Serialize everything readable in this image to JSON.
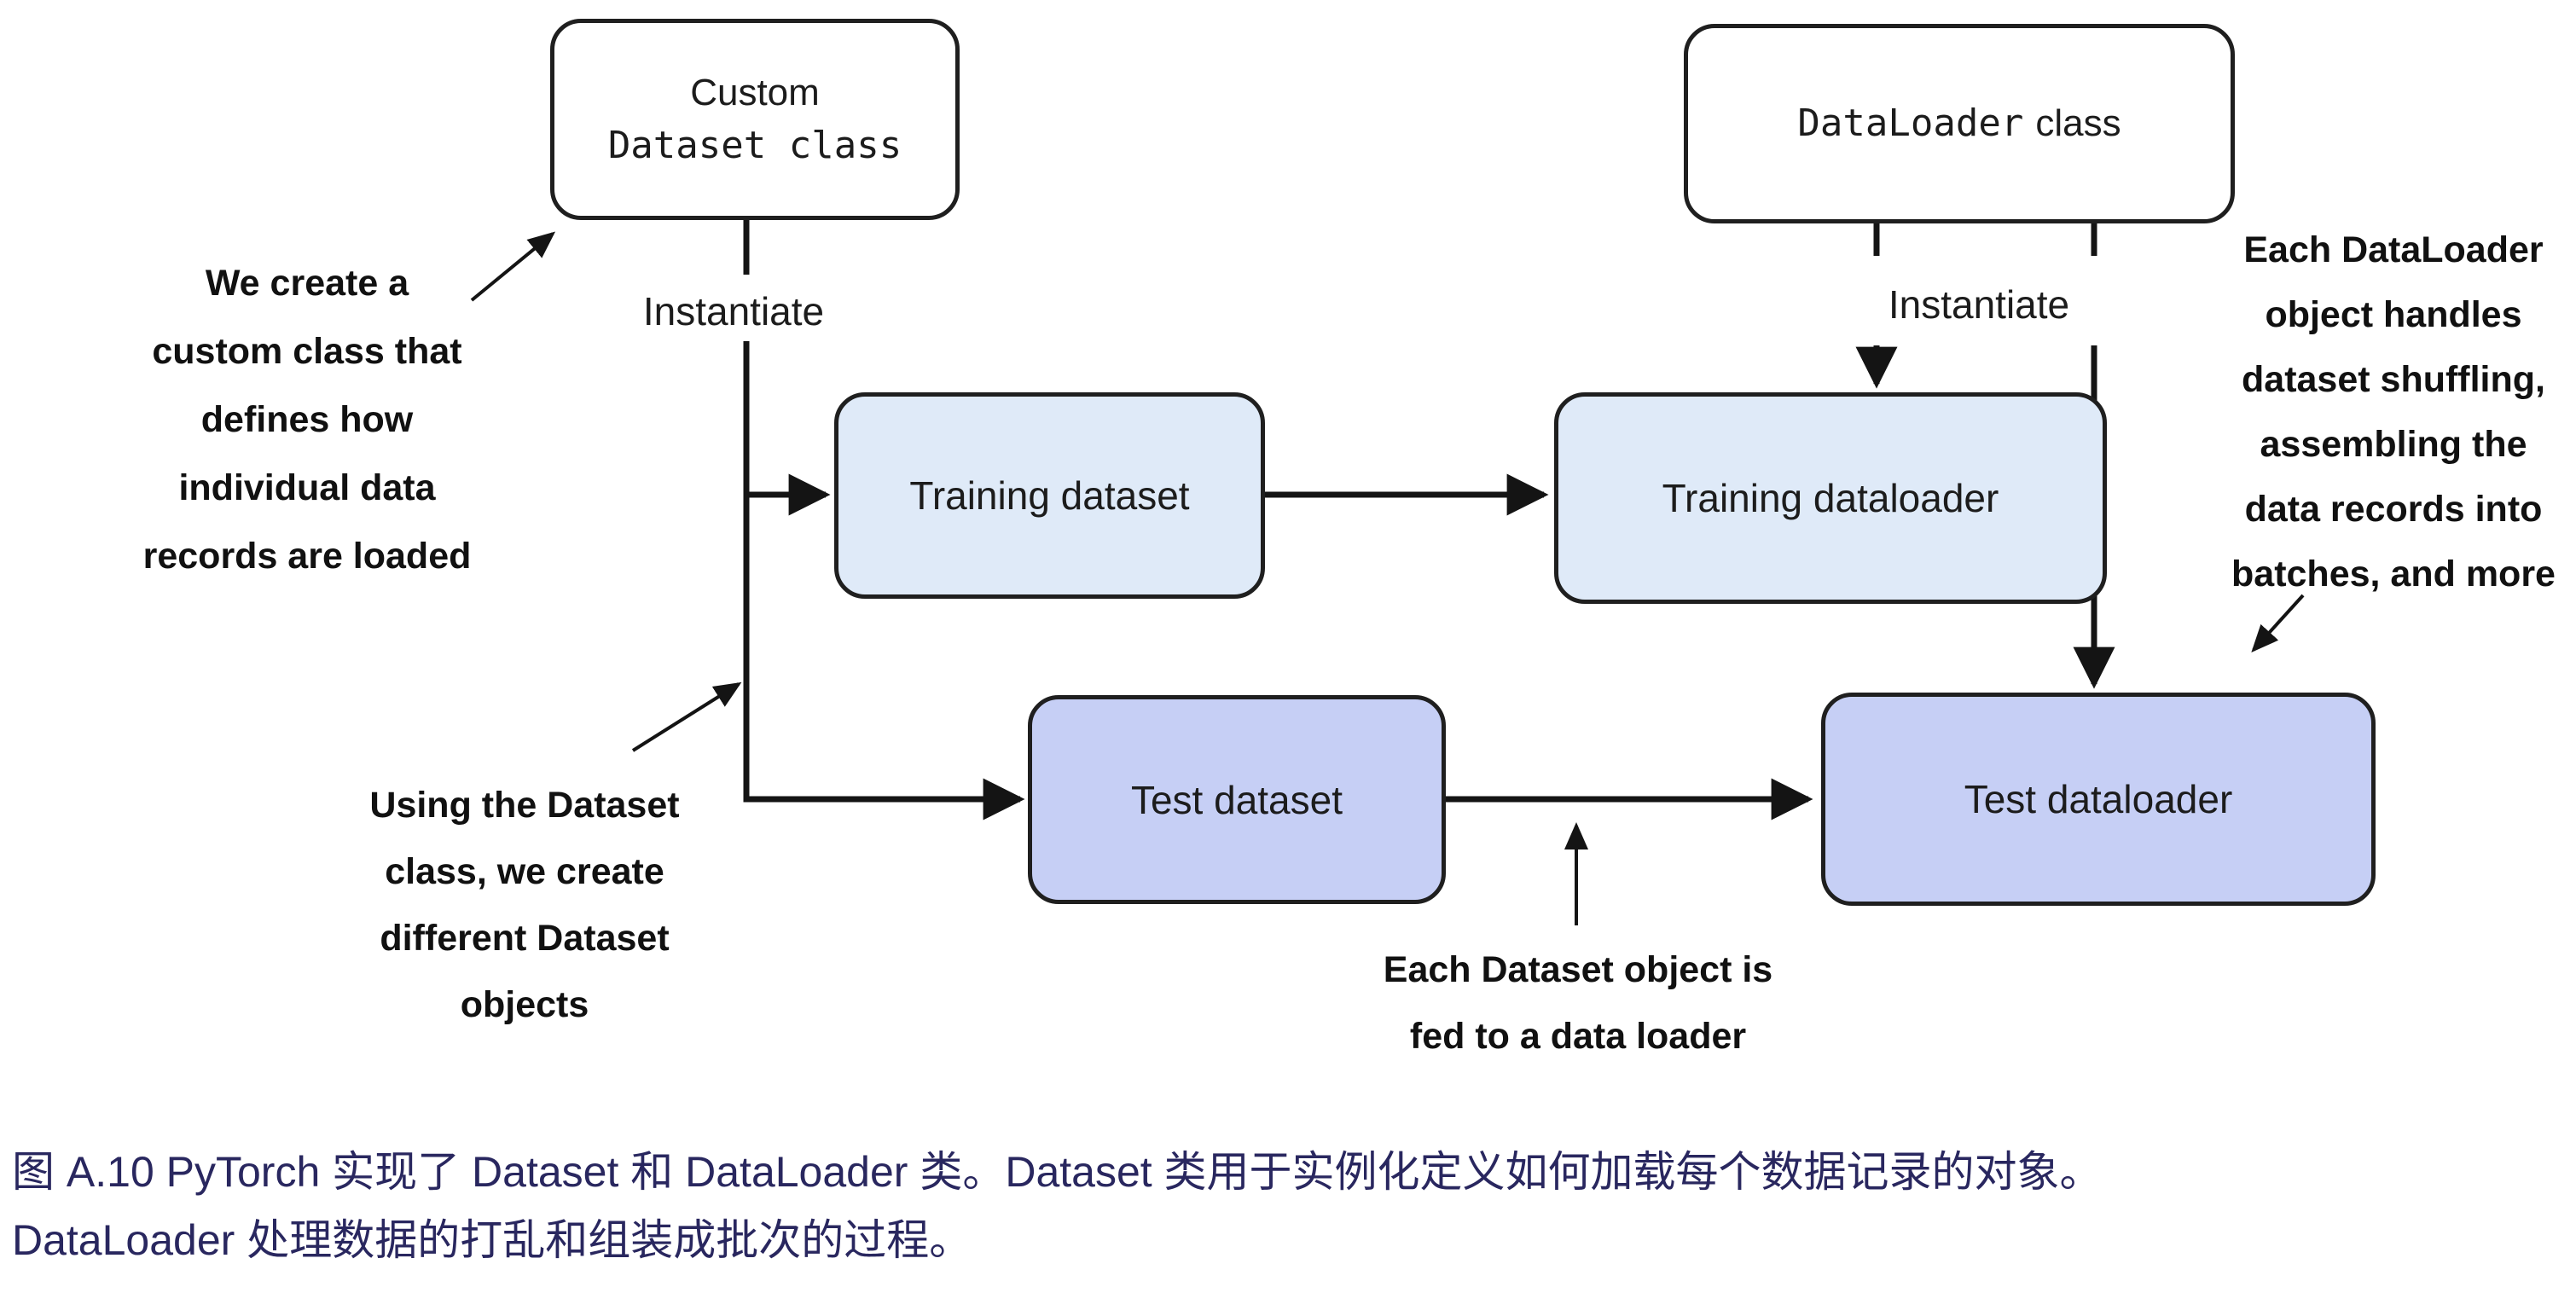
{
  "figure": {
    "boxes": {
      "custom_dataset_class": {
        "title_plain": "Custom",
        "title_code": "Dataset class"
      },
      "dataloader_class": {
        "title_code": "DataLoader",
        "title_plain": "class"
      },
      "training_dataset": {
        "label": "Training dataset"
      },
      "training_dataloader": {
        "label": "Training dataloader"
      },
      "test_dataset": {
        "label": "Test dataset"
      },
      "test_dataloader": {
        "label": "Test dataloader"
      }
    },
    "edge_labels": {
      "instantiate_left": "Instantiate",
      "instantiate_right": "Instantiate"
    },
    "annotations": {
      "create_custom_class": [
        "We create a",
        "custom class that",
        "defines how",
        "individual data",
        "records are loaded"
      ],
      "using_dataset_class": [
        "Using the Dataset",
        "class, we create",
        "different Dataset",
        "objects"
      ],
      "fed_to_dataloader": [
        "Each Dataset object is",
        "fed to a data loader"
      ],
      "dataloader_handles": [
        "Each DataLoader",
        "object handles",
        "dataset shuffling,",
        "assembling the",
        "data records into",
        "batches, and more"
      ]
    },
    "colors": {
      "training_fill": "#dfeaf8",
      "test_fill": "#c6cff5",
      "class_fill": "#ffffff",
      "node_border": "#1f1f1f",
      "wire": "#141414",
      "caption_text": "#29275f"
    }
  },
  "caption": {
    "line1": "图 A.10 PyTorch 实现了 Dataset 和 DataLoader 类。Dataset 类用于实例化定义如何加载每个数据记录的对象。",
    "line2": "DataLoader 处理数据的打乱和组装成批次的过程。"
  }
}
